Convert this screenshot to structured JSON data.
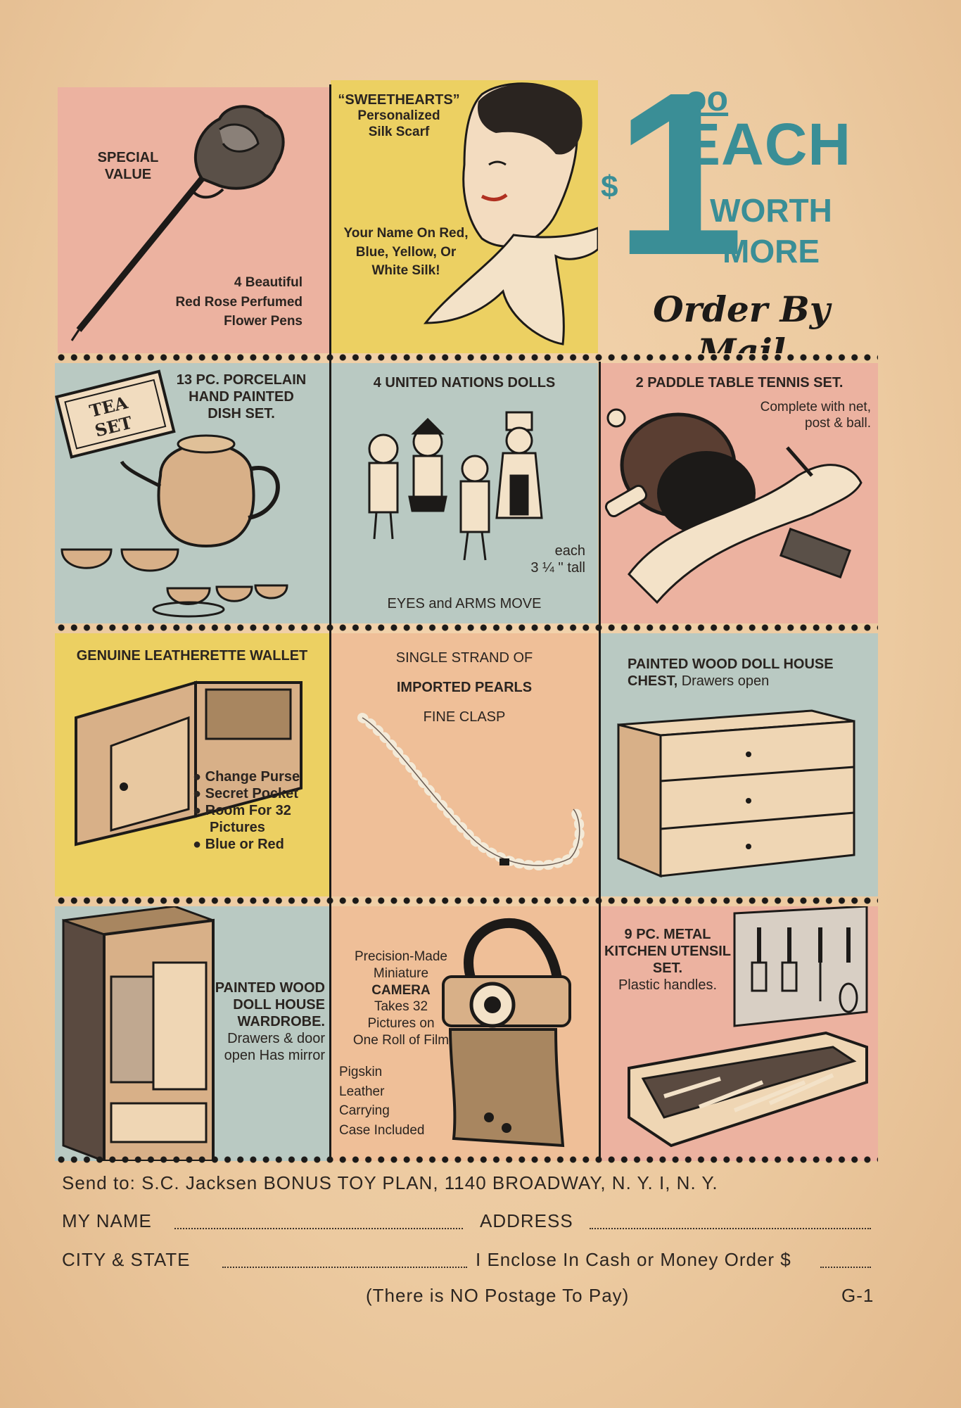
{
  "header": {
    "price_dollar": "$",
    "price_one": "1",
    "price_cents": "oo",
    "each": "EACH",
    "worth": "WORTH",
    "more": "MORE",
    "order_by_mail": "Order By Mail"
  },
  "items": {
    "pens": {
      "tag1": "SPECIAL",
      "tag2": "VALUE",
      "desc1": "4 Beautiful",
      "desc2": "Red Rose Perfumed",
      "desc3": "Flower Pens"
    },
    "scarf": {
      "title": "“SWEETHEARTS”",
      "sub1": "Personalized",
      "sub2": "Silk Scarf",
      "desc1": "Your Name On Red,",
      "desc2": "Blue, Yellow, Or",
      "desc3": "White Silk!"
    },
    "tea": {
      "line1": "13 PC. PORCELAIN",
      "line2": "HAND PAINTED",
      "line3": "DISH SET.",
      "sign": "TEA SET"
    },
    "dolls": {
      "title": "4 UNITED NATIONS DOLLS",
      "each": "each",
      "size": "3 ¼ '' tall",
      "move": "EYES and ARMS MOVE"
    },
    "tennis": {
      "title": "2 PADDLE TABLE TENNIS SET.",
      "desc1": "Complete with net,",
      "desc2": "post & ball."
    },
    "wallet": {
      "title": "GENUINE LEATHERETTE WALLET",
      "bullets": [
        "Change Purse",
        "Secret Pocket",
        "Room For 32",
        "Pictures",
        "Blue or Red"
      ]
    },
    "pearls": {
      "line1": "SINGLE  STRAND  OF",
      "line2": "IMPORTED  PEARLS",
      "line3": "FINE  CLASP"
    },
    "chest": {
      "line1": "PAINTED WOOD DOLL HOUSE",
      "line2a": "CHEST,",
      "line2b": "Drawers open"
    },
    "wardrobe": {
      "line1": "PAINTED WOOD",
      "line2": "DOLL HOUSE",
      "line3": "WARDROBE.",
      "line4": "Drawers & door",
      "line5": "open  Has mirror"
    },
    "camera": {
      "line1": "Precision-Made",
      "line2": "Miniature",
      "line3": "CAMERA",
      "line4": "Takes 32",
      "line5": "Pictures on",
      "line6": "One Roll of Film",
      "case1": "Pigskin",
      "case2": "Leather",
      "case3": "Carrying",
      "case4": "Case Included"
    },
    "kitchen": {
      "line1": "9 PC. METAL",
      "line2": "KITCHEN  UTENSIL",
      "line3": "SET.",
      "line4": "Plastic handles."
    }
  },
  "form": {
    "send_to": "Send to:  S.C. Jacksen BONUS TOY PLAN,  1140  BROADWAY,  N. Y.  I,  N. Y.",
    "my_name": "MY  NAME",
    "address": "ADDRESS",
    "city_state": "CITY  &  STATE",
    "enclose": "I Enclose In Cash or Money Order $",
    "postage": "(There is NO Postage To Pay)",
    "code": "G-1"
  },
  "colors": {
    "pink": "#ecb2a0",
    "yellow": "#ecd062",
    "blue": "#b9c9c2",
    "peach": "#efbf98",
    "teal": "#3a8e96",
    "ink": "#1c1a18"
  }
}
